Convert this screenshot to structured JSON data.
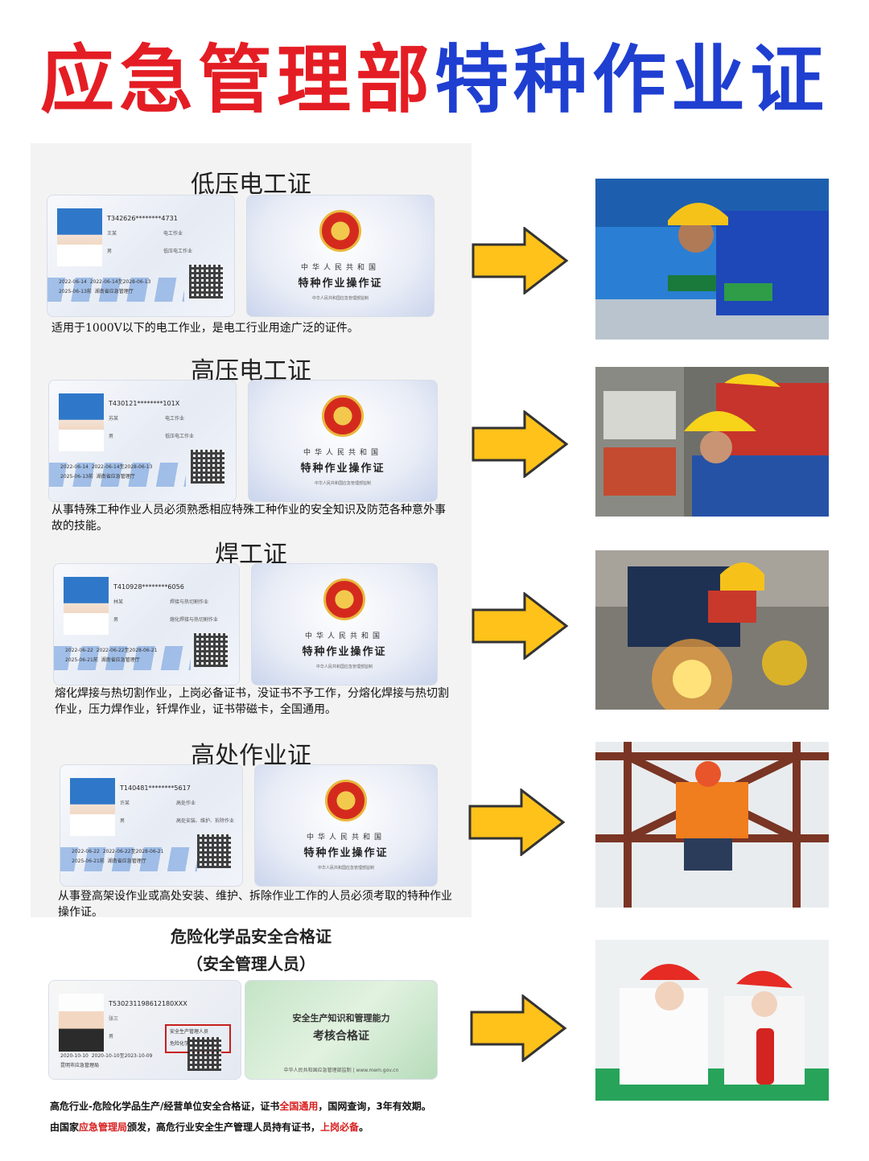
{
  "header": {
    "title_red": "应急管理部",
    "title_blue": "特种作业证"
  },
  "sections": [
    {
      "title": "低压电工证",
      "card_id": "T342626********4731",
      "name": "王某",
      "gender": "男",
      "job": "电工作业",
      "item": "低压电工作业",
      "date_first": "2022-06-14",
      "date_valid": "2022-06-14至2028-06-13",
      "date_review": "2025-06-13前",
      "issuer": "湖南省应急管理厅",
      "desc": "适用于1000V以下的电工作业，是电工行业用途广泛的证件。"
    },
    {
      "title": "高压电工证",
      "card_id": "T430121********101X",
      "name": "苏某",
      "gender": "男",
      "job": "电工作业",
      "item": "低压电工作业",
      "date_first": "2022-06-14",
      "date_valid": "2022-06-14至2028-06-13",
      "date_review": "2025-06-13前",
      "issuer": "湖南省应急管理厅",
      "desc": "从事特殊工种作业人员必须熟悉相应特殊工种作业的安全知识及防范各种意外事故的技能。"
    },
    {
      "title": "焊工证",
      "card_id": "T410928********6056",
      "name": "林某",
      "gender": "男",
      "job": "焊接与热切割作业",
      "item": "熔化焊接与热切割作业",
      "date_first": "2022-06-22",
      "date_valid": "2022-06-22至2028-06-21",
      "date_review": "2025-06-21前",
      "issuer": "湖南省应急管理厅",
      "desc": "熔化焊接与热切割作业，上岗必备证书，没证书不予工作，分熔化焊接与热切割作业，压力焊作业，钎焊作业，证书带磁卡，全国通用。"
    },
    {
      "title": "高处作业证",
      "card_id": "T140481********5617",
      "name": "许某",
      "gender": "男",
      "job": "高处作业",
      "item": "高处安装、维护、拆除作业",
      "date_first": "2022-06-22",
      "date_valid": "2022-06-22至2028-06-21",
      "date_review": "2025-06-21前",
      "issuer": "湖南省应急管理厅",
      "desc": "从事登高架设作业或高处安装、维护、拆除作业工作的人员必须考取的特种作业操作证。"
    }
  ],
  "card_back": {
    "line1": "中华人民共和国",
    "line2": "特种作业操作证",
    "line3": "中华人民共和国应急管理部监制"
  },
  "hazchem": {
    "title1": "危险化学品安全合格证",
    "title2": "（安全管理人员）",
    "card_id": "T530231198612180XXX",
    "name": "张三",
    "gender": "男",
    "box1": "安全生产管理人员",
    "box2": "危险化学品经营单位",
    "date_first": "2020-10-10",
    "date_valid": "2020-10-10至2023-10-09",
    "issuer": "昆明市应急管理局",
    "back1": "安全生产知识和管理能力",
    "back2": "考核合格证",
    "back3": "中华人民共和国应急管理部监制 | www.mem.gov.cn",
    "desc1_a": "高危行业-危险化学品生产/经营单位安全合格证，证书",
    "desc1_red": "全国通用",
    "desc1_b": "，国网查询，3年有效期。",
    "desc2_a": "由国家",
    "desc2_red": "应急管理局",
    "desc2_b": "颁发，高危行业安全生产管理人员持有证书，",
    "desc2_red2": "上岗必备",
    "desc2_c": "。"
  },
  "colors": {
    "title_red": "#e41d24",
    "title_blue": "#1f3fd1",
    "arrow": "#ffc21a"
  }
}
